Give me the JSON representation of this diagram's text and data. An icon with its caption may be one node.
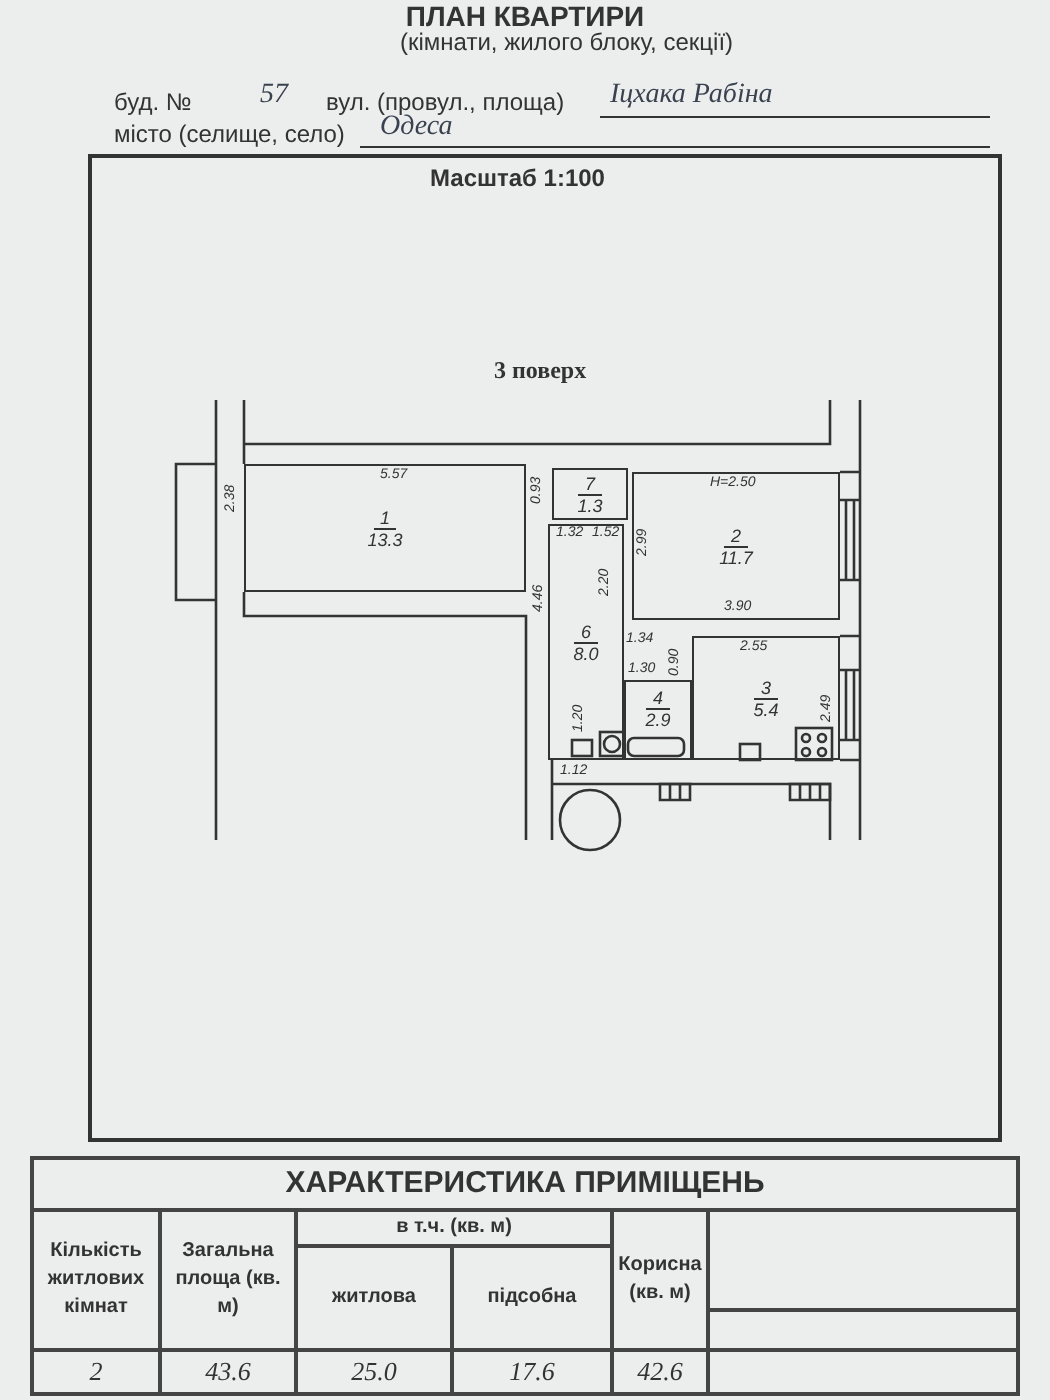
{
  "diagram": {
    "title": "ПЛАН КВАРТИРИ",
    "nodes": [
      {
        "text": [
          "1",
          "13.3"
        ]
      },
      {
        "text": [
          "7",
          "1.3"
        ]
      },
      {
        "text": [
          "2",
          "11.7"
        ]
      },
      {
        "text": [
          "6",
          "8.0"
        ]
      },
      {
        "text": [
          "3",
          "5.4"
        ]
      },
      {
        "text": [
          "4",
          "2.9"
        ]
      }
    ],
    "edges": [],
    "labels": [
      "(кімнати, жилого блоку, секції)",
      "буд. №",
      "57",
      "вул. (провул., площа)",
      "Іцхака Рабіна",
      "місто (селище, село)",
      "Одеса",
      "Масштаб 1:100",
      "3 поверх",
      "5.57",
      "2.38",
      "4.46",
      "0.93",
      "1.32",
      "1.52",
      "2.99",
      "2.20",
      "Н=2.50",
      "3.90",
      "1.34",
      "0.90",
      "2.55",
      "2.49",
      "1.30",
      "1.20",
      "1.12",
      "ХАРАКТЕРИСТИКА ПРИМІЩЕНЬ",
      "Кількість житлових кімнат",
      "Загальна площа (кв. м)",
      "в т.ч. (кв. м)",
      "житлова",
      "підсобна",
      "Корисна (кв. м)",
      "2",
      "43.6",
      "25.0",
      "17.6",
      "42.6"
    ]
  }
}
